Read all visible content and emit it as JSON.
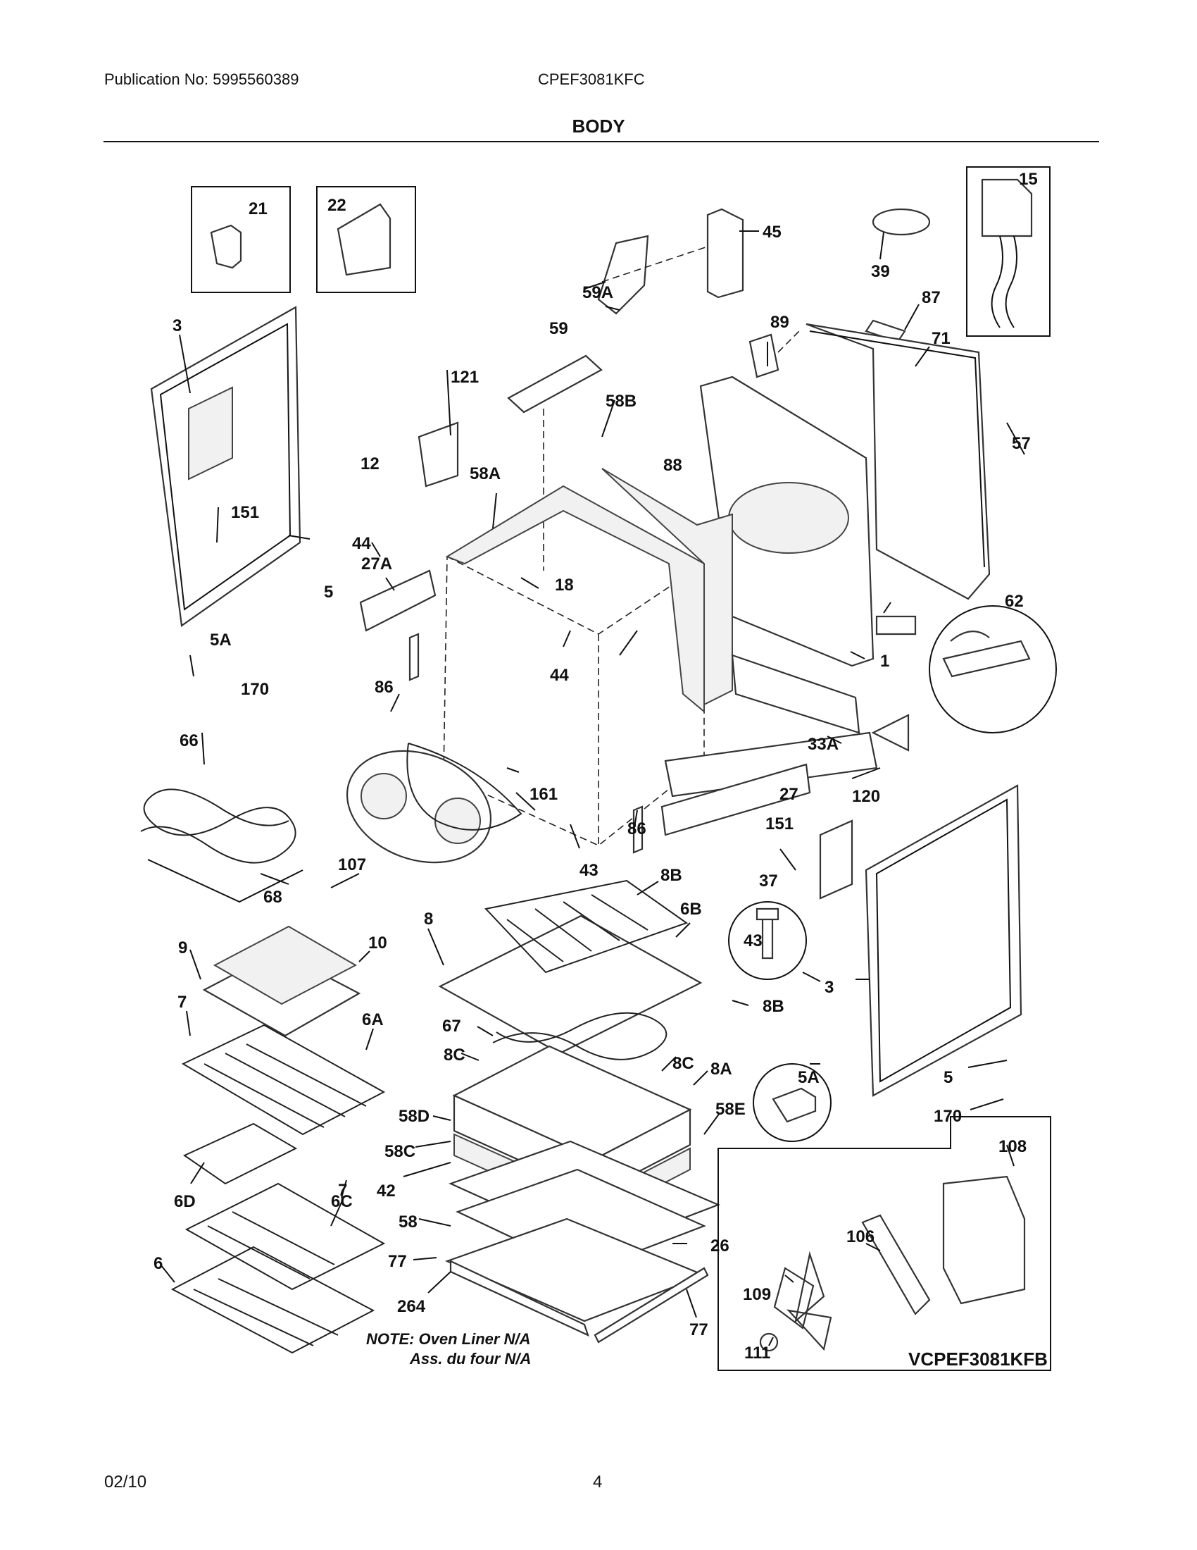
{
  "header": {
    "publication": "Publication No: 5995560389",
    "model": "CPEF3081KFC",
    "section_title": "BODY"
  },
  "diagram": {
    "callouts": [
      "21",
      "22",
      "15",
      "45",
      "39",
      "87",
      "3",
      "59A",
      "89",
      "71",
      "59",
      "121",
      "58B",
      "57",
      "88",
      "12",
      "58A",
      "151",
      "44",
      "18",
      "27A",
      "5",
      "62",
      "1",
      "44",
      "5A",
      "170",
      "86",
      "33A",
      "66",
      "120",
      "161",
      "27",
      "151",
      "86",
      "107",
      "43",
      "37",
      "68",
      "8B",
      "8",
      "6B",
      "9",
      "10",
      "43",
      "3",
      "7",
      "6A",
      "8B",
      "67",
      "8C",
      "8C",
      "8A",
      "5A",
      "5",
      "58D",
      "58E",
      "170",
      "58C",
      "7",
      "42",
      "108",
      "6D",
      "6C",
      "58",
      "26",
      "106",
      "6",
      "77",
      "109",
      "264",
      "77",
      "111"
    ],
    "note_line1": "NOTE: Oven Liner N/A",
    "note_line2": "Ass. du four N/A",
    "inset_code": "VCPEF3081KFB"
  },
  "footer": {
    "date": "02/10",
    "page": "4"
  }
}
